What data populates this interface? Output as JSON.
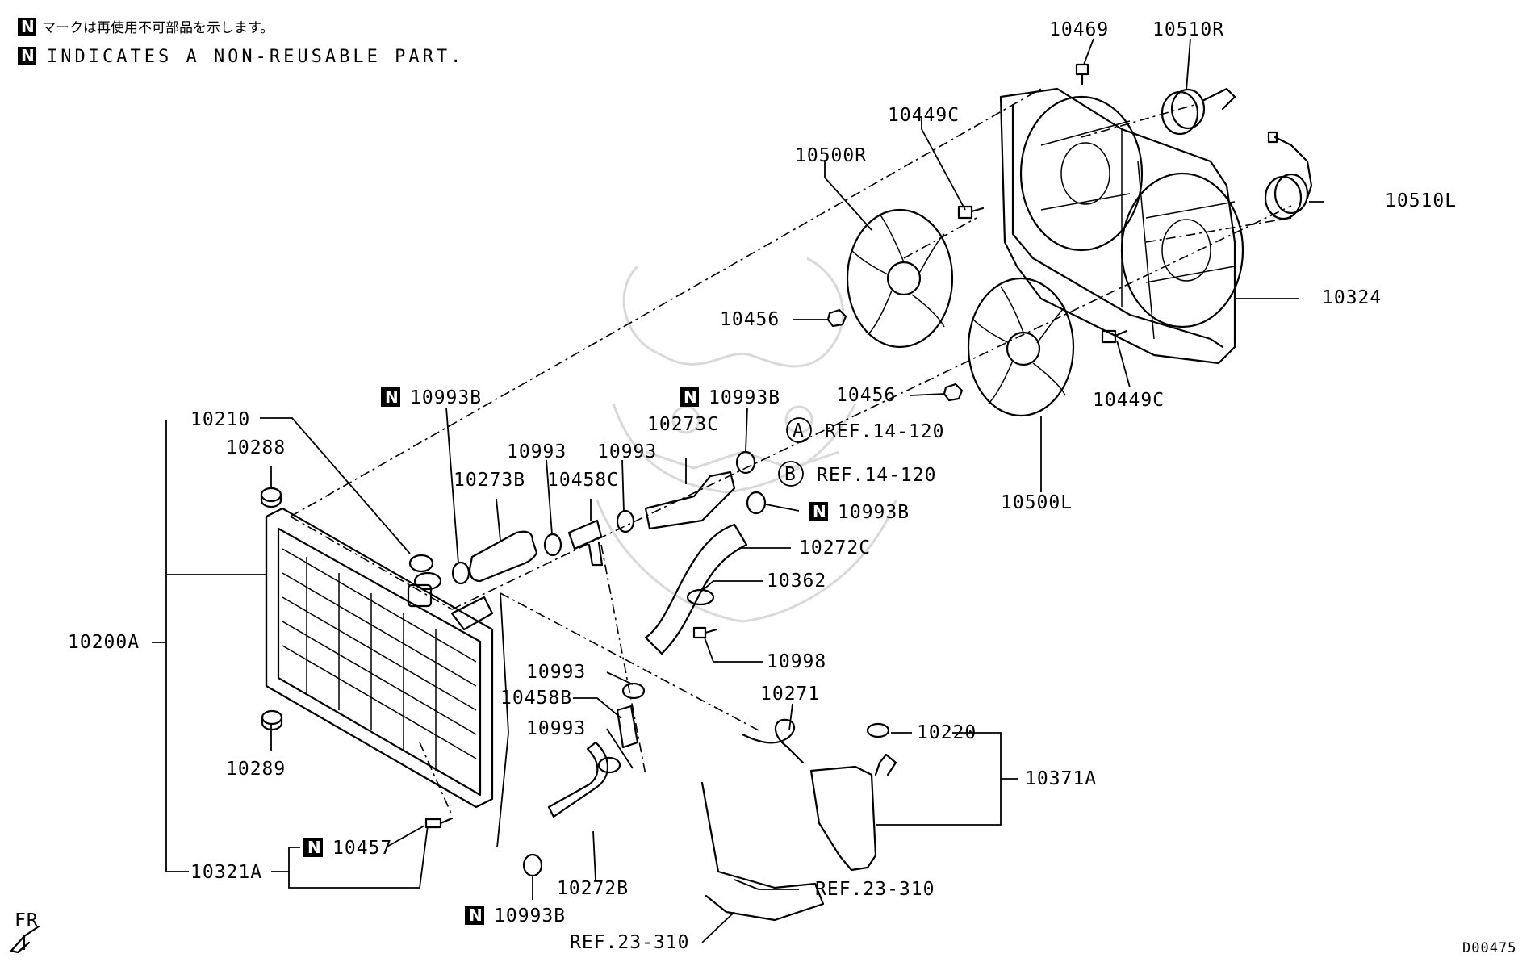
{
  "notes": {
    "jp_text": "マークは再使用不可部品を示します。",
    "en_text": "INDICATES A NON-REUSABLE PART.",
    "badge_letter": "N"
  },
  "diagram_id": "D00475",
  "direction_label": "FR",
  "callouts": {
    "c10469": "10469",
    "c10510R": "10510R",
    "c10449C_top": "10449C",
    "c10500R": "10500R",
    "c10510L": "10510L",
    "c10324": "10324",
    "c10456_top": "10456",
    "c10456_mid": "10456",
    "c10449C_bot": "10449C",
    "c10500L": "10500L",
    "c10993B_1": "10993B",
    "c10993B_2": "10993B",
    "c10993B_3": "10993B",
    "c10993B_4": "10993B",
    "c10210": "10210",
    "c10288": "10288",
    "c10273C": "10273C",
    "c10993_1": "10993",
    "c10993_2": "10993",
    "c10273B": "10273B",
    "c10458C": "10458C",
    "c10272C": "10272C",
    "c10362": "10362",
    "c10998": "10998",
    "c10200A": "10200A",
    "c10993_3": "10993",
    "c10458B": "10458B",
    "c10271": "10271",
    "c10993_4": "10993",
    "c10220": "10220",
    "c10371A": "10371A",
    "c10289": "10289",
    "c10457": "10457",
    "c10321A": "10321A",
    "c10272B": "10272B",
    "ref_a": "REF.14-120",
    "ref_b": "REF.14-120",
    "ref_23_a": "REF.23-310",
    "ref_23_b": "REF.23-310",
    "circle_a": "A",
    "circle_b": "B"
  },
  "colors": {
    "ink": "#000000",
    "paper": "#ffffff",
    "watermark": "#d9d9d9"
  }
}
